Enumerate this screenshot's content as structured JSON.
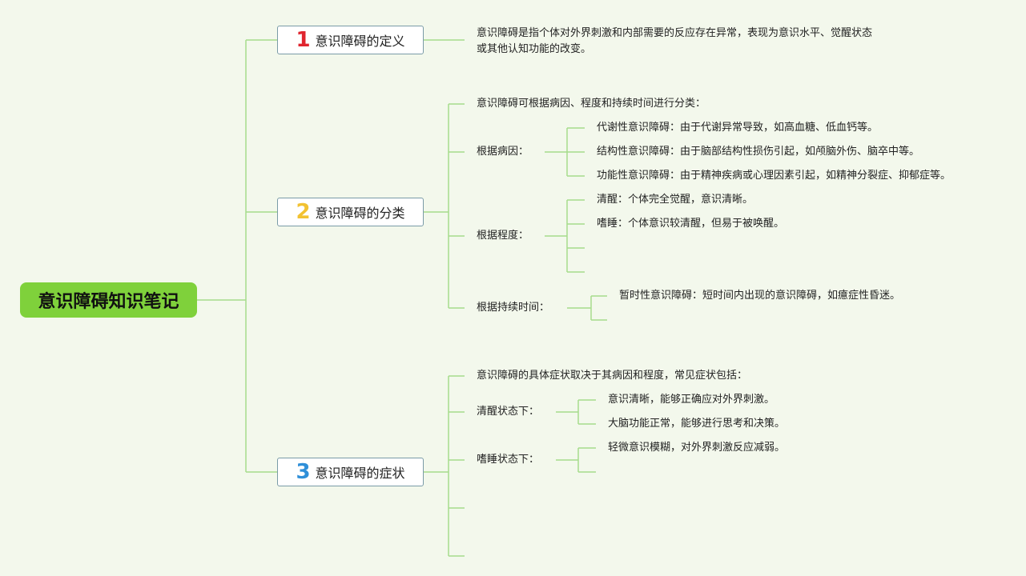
{
  "root": {
    "title": "意识障碍知识笔记"
  },
  "branches": [
    {
      "number": "1",
      "number_color": "#e0262f",
      "title": "意识障碍的定义",
      "text": "意识障碍是指个体对外界刺激和内部需要的反应存在异常，表现为意识水平、觉醒状态或其他认知功能的改变。"
    },
    {
      "number": "2",
      "number_color": "#f2c232",
      "title": "意识障碍的分类",
      "intro": "意识障碍可根据病因、程度和持续时间进行分类：",
      "groups": [
        {
          "label": "根据病因：",
          "items": [
            "代谢性意识障碍：由于代谢异常导致，如高血糖、低血钙等。",
            "结构性意识障碍：由于脑部结构性损伤引起，如颅脑外伤、脑卒中等。",
            "功能性意识障碍：由于精神疾病或心理因素引起，如精神分裂症、抑郁症等。"
          ]
        },
        {
          "label": "根据程度：",
          "items": [
            "清醒：个体完全觉醒，意识清晰。",
            "嗜睡：个体意识较清醒，但易于被唤醒。"
          ]
        },
        {
          "label": "根据持续时间：",
          "items": [
            "暂时性意识障碍：短时间内出现的意识障碍，如癔症性昏迷。"
          ]
        }
      ]
    },
    {
      "number": "3",
      "number_color": "#2f8fd8",
      "title": "意识障碍的症状",
      "intro": "意识障碍的具体症状取决于其病因和程度，常见症状包括：",
      "groups": [
        {
          "label": "清醒状态下：",
          "items": [
            "意识清晰，能够正确应对外界刺激。",
            "大脑功能正常，能够进行思考和决策。"
          ]
        },
        {
          "label": "嗜睡状态下：",
          "items": [
            "轻微意识模糊，对外界刺激反应减弱。"
          ]
        }
      ]
    }
  ],
  "colors": {
    "background": "#f3f8ec",
    "root_fill": "#7fd13b",
    "connector": "#a6dc8c",
    "branch_border": "#7a9ba7"
  }
}
